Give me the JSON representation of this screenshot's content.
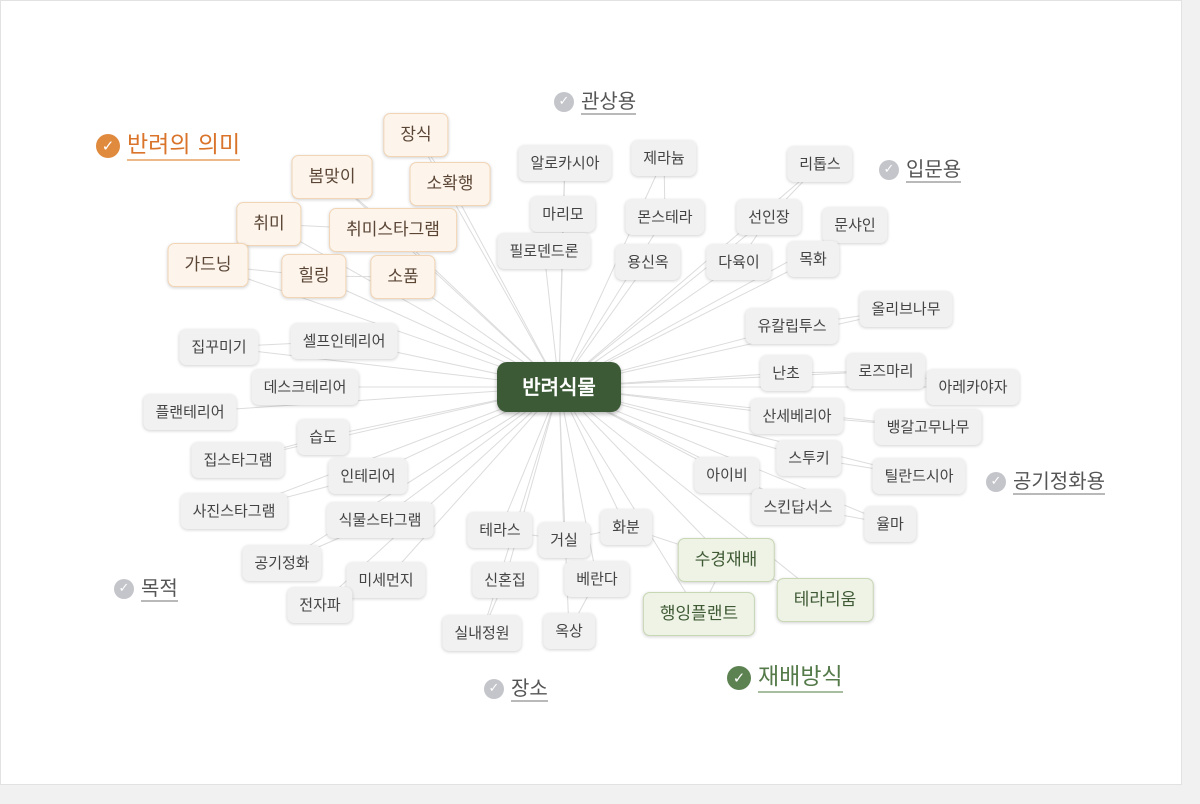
{
  "center": "반려식물",
  "categories": {
    "meaning": "반려의 의미",
    "ornamental": "관상용",
    "beginner": "입문용",
    "air_purifying": "공기정화용",
    "purpose": "목적",
    "place": "장소",
    "cultivation": "재배방식"
  },
  "nodes": {
    "jangsik": "장식",
    "bommaji": "봄맞이",
    "sohwakhaeng": "소확행",
    "chwimi": "취미",
    "chwimi_insta": "취미스타그램",
    "gardening": "가드닝",
    "healing": "힐링",
    "sopum": "소품",
    "alocasia": "알로카시아",
    "geranium": "제라늄",
    "marimo": "마리모",
    "monstera": "몬스테라",
    "philodendron": "필로덴드론",
    "yongsinok": "용신옥",
    "lithops": "리톱스",
    "cactus": "선인장",
    "munsyain": "문샤인",
    "succulent": "다육이",
    "mokhwa": "목화",
    "eucalyptus": "유칼립투스",
    "olive": "올리브나무",
    "orchid": "난초",
    "rosemary": "로즈마리",
    "areca": "아레카야자",
    "sansevieria": "산세베리아",
    "bengal": "뱅갈고무나무",
    "stucky": "스투키",
    "ivy": "아이비",
    "tillandsia": "틸란드시아",
    "scindapsus": "스킨답서스",
    "yulma": "율마",
    "jipkkumigi": "집꾸미기",
    "self_interior": "셀프인테리어",
    "desk_terior": "데스크테리어",
    "plant_terior": "플랜테리어",
    "humidity": "습도",
    "jip_insta": "집스타그램",
    "interior": "인테리어",
    "photo_insta": "사진스타그램",
    "plant_insta": "식물스타그램",
    "air_purify": "공기정화",
    "fine_dust": "미세먼지",
    "electromagnetic": "전자파",
    "terrace": "테라스",
    "living_room": "거실",
    "pot": "화분",
    "newlywed": "신혼집",
    "veranda": "베란다",
    "indoor_garden": "실내정원",
    "rooftop": "옥상",
    "hydroponics": "수경재배",
    "hanging": "행잉플랜트",
    "terrarium": "테라리움"
  },
  "colors": {
    "center_fill": "#3c5a36",
    "orange_accent": "#e08a3d",
    "green_accent": "#5d8252",
    "gray_check": "#c4c5ca",
    "edge": "#dcdcdc"
  },
  "icons": {
    "category_marker": "check-circle-icon"
  },
  "edges": [
    [
      "center",
      "jangsik"
    ],
    [
      "center",
      "bommaji"
    ],
    [
      "center",
      "sohwakhaeng"
    ],
    [
      "center",
      "chwimi"
    ],
    [
      "center",
      "chwimi_insta"
    ],
    [
      "center",
      "gardening"
    ],
    [
      "center",
      "healing"
    ],
    [
      "center",
      "sopum"
    ],
    [
      "center",
      "alocasia"
    ],
    [
      "center",
      "geranium"
    ],
    [
      "center",
      "marimo"
    ],
    [
      "center",
      "monstera"
    ],
    [
      "center",
      "philodendron"
    ],
    [
      "center",
      "yongsinok"
    ],
    [
      "center",
      "lithops"
    ],
    [
      "center",
      "cactus"
    ],
    [
      "center",
      "munsyain"
    ],
    [
      "center",
      "succulent"
    ],
    [
      "center",
      "mokhwa"
    ],
    [
      "center",
      "eucalyptus"
    ],
    [
      "center",
      "olive"
    ],
    [
      "center",
      "orchid"
    ],
    [
      "center",
      "rosemary"
    ],
    [
      "center",
      "areca"
    ],
    [
      "center",
      "sansevieria"
    ],
    [
      "center",
      "bengal"
    ],
    [
      "center",
      "stucky"
    ],
    [
      "center",
      "ivy"
    ],
    [
      "center",
      "tillandsia"
    ],
    [
      "center",
      "scindapsus"
    ],
    [
      "center",
      "yulma"
    ],
    [
      "center",
      "jipkkumigi"
    ],
    [
      "center",
      "self_interior"
    ],
    [
      "center",
      "desk_terior"
    ],
    [
      "center",
      "plant_terior"
    ],
    [
      "center",
      "humidity"
    ],
    [
      "center",
      "jip_insta"
    ],
    [
      "center",
      "interior"
    ],
    [
      "center",
      "photo_insta"
    ],
    [
      "center",
      "plant_insta"
    ],
    [
      "center",
      "air_purify"
    ],
    [
      "center",
      "fine_dust"
    ],
    [
      "center",
      "electromagnetic"
    ],
    [
      "center",
      "terrace"
    ],
    [
      "center",
      "living_room"
    ],
    [
      "center",
      "pot"
    ],
    [
      "center",
      "newlywed"
    ],
    [
      "center",
      "veranda"
    ],
    [
      "center",
      "indoor_garden"
    ],
    [
      "center",
      "rooftop"
    ],
    [
      "center",
      "hydroponics"
    ],
    [
      "center",
      "hanging"
    ],
    [
      "center",
      "terrarium"
    ],
    [
      "jangsik",
      "sohwakhaeng"
    ],
    [
      "bommaji",
      "chwimi_insta"
    ],
    [
      "chwimi",
      "chwimi_insta"
    ],
    [
      "gardening",
      "healing"
    ],
    [
      "healing",
      "sopum"
    ],
    [
      "alocasia",
      "marimo"
    ],
    [
      "geranium",
      "monstera"
    ],
    [
      "lithops",
      "cactus"
    ],
    [
      "cactus",
      "succulent"
    ],
    [
      "eucalyptus",
      "olive"
    ],
    [
      "orchid",
      "rosemary"
    ],
    [
      "rosemary",
      "areca"
    ],
    [
      "sansevieria",
      "bengal"
    ],
    [
      "stucky",
      "tillandsia"
    ],
    [
      "scindapsus",
      "yulma"
    ],
    [
      "ivy",
      "scindapsus"
    ],
    [
      "jipkkumigi",
      "self_interior"
    ],
    [
      "humidity",
      "jip_insta"
    ],
    [
      "interior",
      "photo_insta"
    ],
    [
      "plant_insta",
      "air_purify"
    ],
    [
      "fine_dust",
      "electromagnetic"
    ],
    [
      "terrace",
      "living_room"
    ],
    [
      "living_room",
      "pot"
    ],
    [
      "newlywed",
      "indoor_garden"
    ],
    [
      "veranda",
      "rooftop"
    ],
    [
      "pot",
      "hydroponics"
    ],
    [
      "hydroponics",
      "terrarium"
    ],
    [
      "hydroponics",
      "hanging"
    ]
  ]
}
